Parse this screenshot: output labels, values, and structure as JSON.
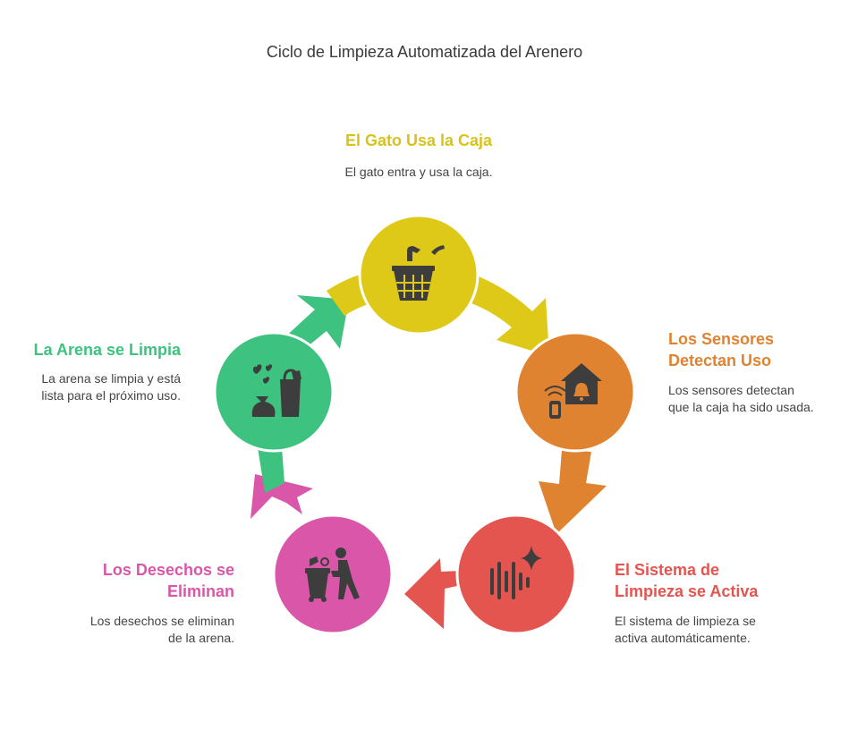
{
  "title": "Ciclo de Limpieza Automatizada del Arenero",
  "colors": {
    "yellow": "#DFC918",
    "orange": "#E08331",
    "red": "#E45550",
    "pink": "#D956A8",
    "green": "#3DC27F",
    "icon": "#3d3d3d"
  },
  "steps": [
    {
      "title": "El Gato Usa la Caja",
      "description": "El gato entra y usa la caja.",
      "icon": "trash-basket-icon",
      "color": "#DFC918"
    },
    {
      "title_lines": [
        "Los Sensores",
        "Detectan Uso"
      ],
      "description_lines": [
        "Los sensores detectan",
        "que la caja ha sido usada."
      ],
      "icon": "smart-home-sensor-icon",
      "color": "#E08331"
    },
    {
      "title_lines": [
        "El Sistema de",
        "Limpieza se Activa"
      ],
      "description_lines": [
        "El sistema de limpieza se",
        "activa automáticamente."
      ],
      "icon": "sound-wave-sparkle-icon",
      "color": "#E45550"
    },
    {
      "title_lines": [
        "Los Desechos se",
        "Eliminan"
      ],
      "description_lines": [
        "Los desechos se eliminan",
        "de la arena."
      ],
      "icon": "person-dumping-trash-icon",
      "color": "#D956A8"
    },
    {
      "title": "La Arena se Limpia",
      "description_lines": [
        "La arena se limpia y está",
        "lista para el próximo uso."
      ],
      "icon": "clean-bags-icon",
      "color": "#3DC27F"
    }
  ]
}
